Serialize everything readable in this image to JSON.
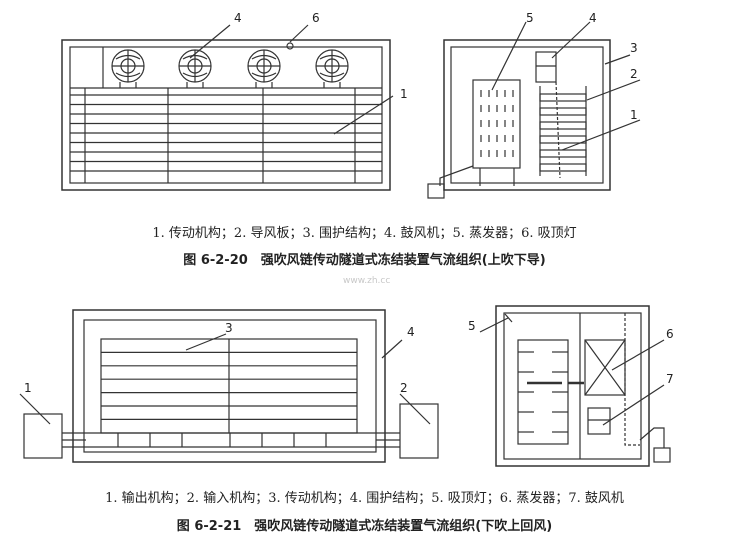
{
  "figure1": {
    "left_labels": [
      "1",
      "4",
      "6"
    ],
    "right_labels": [
      "1",
      "2",
      "3",
      "4",
      "5"
    ],
    "legend": "1. 传动机构；2. 导风板；3. 围护结构；4. 鼓风机；5. 蒸发器；6. 吸顶灯",
    "title": "图 6-2-20　强吹风链传动隧道式冻结装置气流组织(上吹下导)"
  },
  "figure2": {
    "left_labels": [
      "1",
      "2",
      "3",
      "4"
    ],
    "right_labels": [
      "5",
      "6",
      "7"
    ],
    "legend": "1. 输出机构；2. 输入机构；3. 传动机构；4. 围护结构；5. 吸顶灯；6. 蒸发器；7. 鼓风机",
    "title": "图 6-2-21　强吹风链传动隧道式冻结装置气流组织(下吹上回风)"
  },
  "watermark": "www.zh.cc"
}
